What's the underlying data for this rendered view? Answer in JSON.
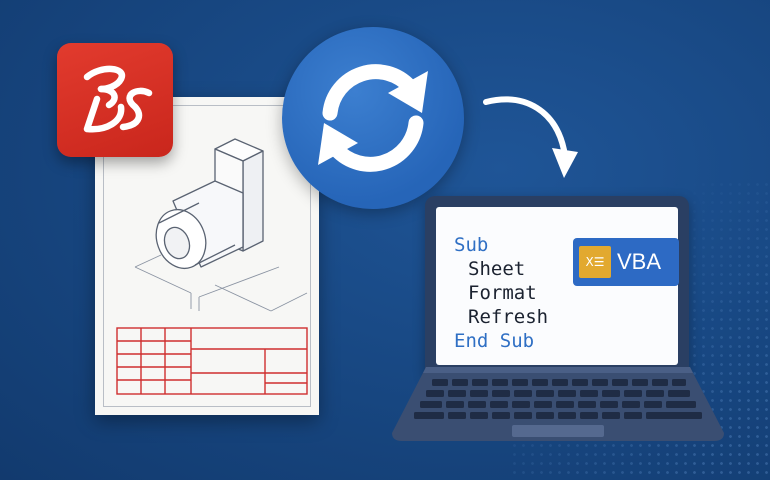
{
  "code": {
    "line1": "Sub",
    "line2": "Sheet",
    "line3": "Format",
    "line4": "Refresh",
    "line5": "End Sub"
  },
  "vba_badge": {
    "icon_text": "X☰",
    "label": "VBA"
  },
  "colors": {
    "background": "#174680",
    "logo_red": "#d6302a",
    "sync_blue": "#2c6cc0",
    "keyword_blue": "#2f6fc4",
    "vba_gold": "#e2a92f",
    "drawing_red": "#cf2f2f"
  },
  "icons": {
    "logo": "dassault-systemes-logo",
    "sync": "sync-icon",
    "arrow": "curved-arrow-icon",
    "drawing": "engineering-drawing",
    "computer": "laptop"
  }
}
